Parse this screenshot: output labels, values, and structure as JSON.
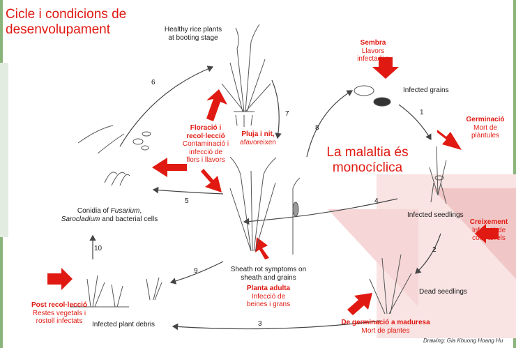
{
  "title_lines": [
    "Cicle i condicions de",
    "desenvolupament"
  ],
  "center_label_lines": [
    "La malaltia és",
    "monocíclica"
  ],
  "nodes": {
    "healthy_plants": [
      "Healthy rice plants",
      "at booting stage"
    ],
    "infected_grains": "Infected grains",
    "infected_seedlings": "Infected seedlings",
    "dead_seedlings": "Dead seedlings",
    "sheath_rot": [
      "Sheath rot symptoms on",
      "sheath and grains"
    ],
    "conidia": [
      "Conidia of ",
      "Fusarium",
      ",",
      "Sarocladium",
      " and bacterial cells"
    ],
    "plant_debris": "Infected plant debris"
  },
  "steps": [
    "1",
    "2",
    "3",
    "4",
    "5",
    "6",
    "7",
    "8",
    "9",
    "10"
  ],
  "annotations": {
    "sembra": {
      "title": "Sembra",
      "lines": [
        "Llavors",
        "infectades"
      ]
    },
    "germinacio": {
      "title": "Germinació",
      "lines": [
        "Mort de",
        "plàntules"
      ]
    },
    "creixement": {
      "title": "Creixement",
      "lines": [
        "Infecció de",
        "coll i arrels"
      ]
    },
    "floracio": {
      "title_lines": [
        "Floració i",
        "recol·lecció"
      ],
      "lines": [
        "Contaminació i",
        "infecció de",
        "flors i llavors"
      ]
    },
    "pluja": {
      "title": "Pluja i nit,",
      "lines": [
        "afavoreixen"
      ]
    },
    "planta_adulta": {
      "title": "Planta adulta",
      "lines": [
        "Infecció de",
        "beines i grans"
      ]
    },
    "post_recol": {
      "title": "Post recol·lecció",
      "lines": [
        "Restes vegetals i",
        "rostoll infectats"
      ]
    },
    "germ_madur": {
      "title": "De germinació a maduresa",
      "lines": [
        "Mort de plantes"
      ]
    }
  },
  "credit": "Drawing: Gia Khuong Hoang Hu",
  "colors": {
    "accent_red": "#e01a12",
    "watermark": "#f3d0d0",
    "text": "#1a1a1a"
  }
}
